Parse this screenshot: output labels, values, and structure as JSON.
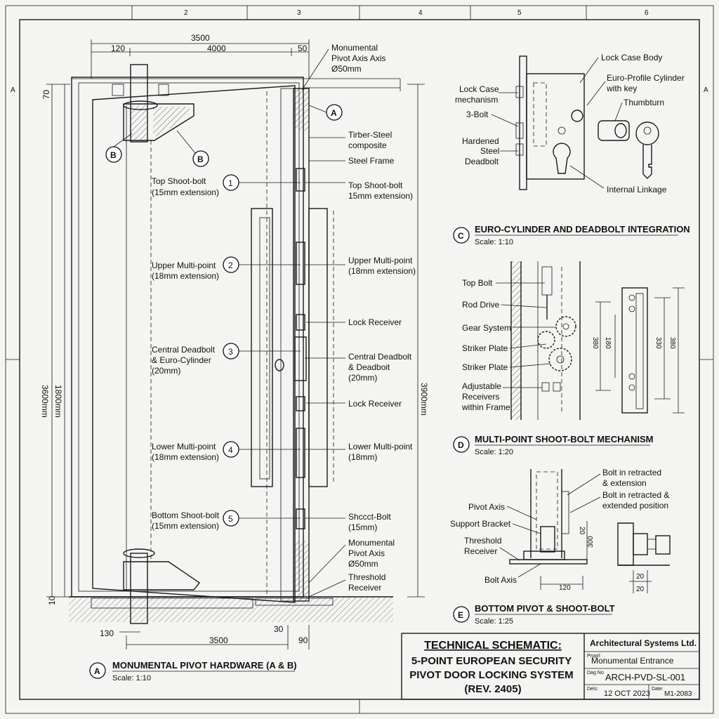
{
  "border_numbers": [
    "2",
    "3",
    "4",
    "5",
    "6"
  ],
  "border_letters": [
    "A",
    "A"
  ],
  "main": {
    "dims": {
      "top_overall": "3500",
      "top_left": "120",
      "top_mid": "4000",
      "top_right": "50",
      "left_height_outer": "3600mm",
      "left_height_inner": "1800mm",
      "left_top": "70",
      "left_bottom": "10",
      "right_height": "3900mm",
      "bottom_left": "130",
      "bottom_mid": "30",
      "bottom_span": "3500",
      "bottom_right": "90"
    },
    "callout_top_axis": [
      "Monumental",
      "Pivot Axis Axis",
      "Ø50mm"
    ],
    "callout_bottom_axis": [
      "Monumental",
      "Pivot Axis",
      "Ø50mm"
    ],
    "threshold": [
      "Threshold",
      "Receiver"
    ],
    "composite": [
      "Tirber-Steel",
      "composite"
    ],
    "steel_frame": "Steel Frame",
    "markers": {
      "a": "A",
      "b": "B"
    },
    "points": [
      {
        "num": "1",
        "left": [
          "Top Shoot-bolt",
          "(15mm extension)"
        ],
        "right": [
          "Top Shoot-bolt",
          "15mm extension)"
        ]
      },
      {
        "num": "2",
        "left": [
          "Upper Multi-point",
          "(18mm extension)"
        ],
        "right": [
          "Upper Multi-point",
          "(18mm extension)"
        ]
      },
      {
        "num": "3",
        "left": [
          "Central Deadbolt",
          "& Euro-Cylinder",
          "(20mm)"
        ],
        "right": [
          "Central Deadbolt",
          "& Deadboit",
          "(20mm)"
        ]
      },
      {
        "num": "4",
        "left": [
          "Lower Multi-point",
          "(18mm extension)"
        ],
        "right": [
          "Lower Multi-point",
          "(18mm)"
        ]
      },
      {
        "num": "5",
        "left": [
          "Bottom Shoot-bolt",
          "(15mm extension)"
        ],
        "right": [
          "Shccct-Bolt",
          "(15mm)"
        ]
      }
    ],
    "lock_receiver": "Lock Receiver",
    "section_letter": "A",
    "section_title": "MONUMENTAL PIVOT HARDWARE (A & B)",
    "section_scale": "Scale: 1:10"
  },
  "detail_c": {
    "labels": {
      "lock_case_body": "Lock Case Body",
      "euro_profile": [
        "Euro-Profile Cylinder",
        "with key"
      ],
      "thumbturn": "Thumbturn",
      "lock_case_mech": [
        "Lock Case",
        "mechanism"
      ],
      "three_bolt": "3-Bolt",
      "hardened": [
        "Hardened",
        "Steel",
        "Deadbolt"
      ],
      "internal": "Internal Linkage"
    },
    "letter": "C",
    "title": "EURO-CYLINDER AND DEADBOLT INTEGRATION",
    "scale": "Scale: 1:10"
  },
  "detail_d": {
    "labels": {
      "top_bolt": "Top Bolt",
      "rod_drive": "Rod Drive",
      "gear_system": "Gear System",
      "striker1": "Striker Plate",
      "striker2": "Striker Plate",
      "adjustable": [
        "Adjustable",
        "Receivers",
        "within Frame"
      ]
    },
    "dims": [
      "380",
      "180",
      "330",
      "380"
    ],
    "letter": "D",
    "title": "MULTI-POINT SHOOT-BOLT MECHANISM",
    "scale": "Scale: 1:20"
  },
  "detail_e": {
    "labels": {
      "pivot_axis": "Pivot Axis",
      "support_bracket": "Support Bracket",
      "threshold": [
        "Threshold",
        "Receiver"
      ],
      "bolt_axis": "Bolt Axis",
      "retracted": [
        "Bolt in retracted",
        "& extension"
      ],
      "retracted2": [
        "Bolt in retracted &",
        "extended position"
      ]
    },
    "dims": {
      "d20": "20",
      "d300": "300",
      "d120": "120",
      "r20a": "20",
      "r20b": "20"
    },
    "letter": "E",
    "title": "BOTTOM PIVOT & SHOOT-BOLT",
    "scale": "Scale: 1:25"
  },
  "title_block": {
    "heading": "TECHNICAL SCHEMATIC:",
    "subtitle": [
      "5-POINT EUROPEAN SECURITY",
      "PIVOT DOOR LOCKING SYSTEM",
      "(REV. 2405)"
    ],
    "company": "Architectural Systems Ltd.",
    "project_label": "Proprl",
    "project": "Monumental Entrance",
    "dwg_label": "Dag No",
    "dwg": "ARCH-PVD-SL-001",
    "date_label": "Dels:",
    "date": "12 OCT 2023",
    "date2_label": "Date:",
    "sheet": "M1-2083"
  }
}
